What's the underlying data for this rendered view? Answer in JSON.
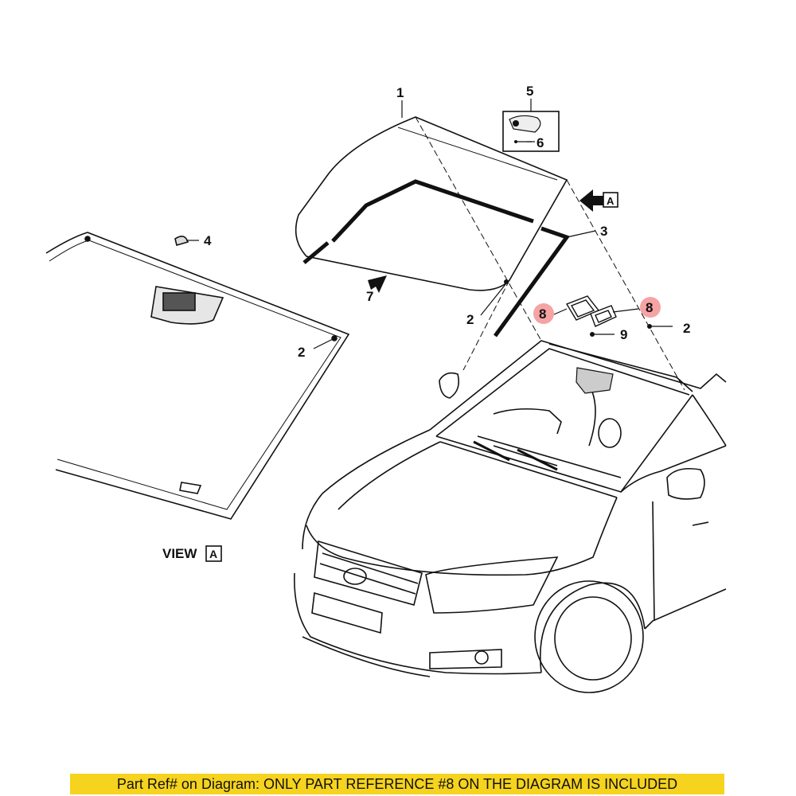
{
  "callouts": {
    "c1": "1",
    "c2a": "2",
    "c2b": "2",
    "c2c": "2",
    "c3": "3",
    "c4": "4",
    "c5": "5",
    "c6": "6",
    "c7": "7",
    "c8a": "8",
    "c8b": "8",
    "c9": "9"
  },
  "view_arrow_letter": "A",
  "view_label": {
    "word": "VIEW",
    "letter": "A"
  },
  "footer": {
    "text": "Part Ref# on Diagram: ONLY PART REFERENCE #8 ON THE DIAGRAM IS INCLUDED"
  },
  "colors": {
    "highlight": "#f5a3a3",
    "footer_bg": "#f5d31e",
    "line": "#111111"
  }
}
